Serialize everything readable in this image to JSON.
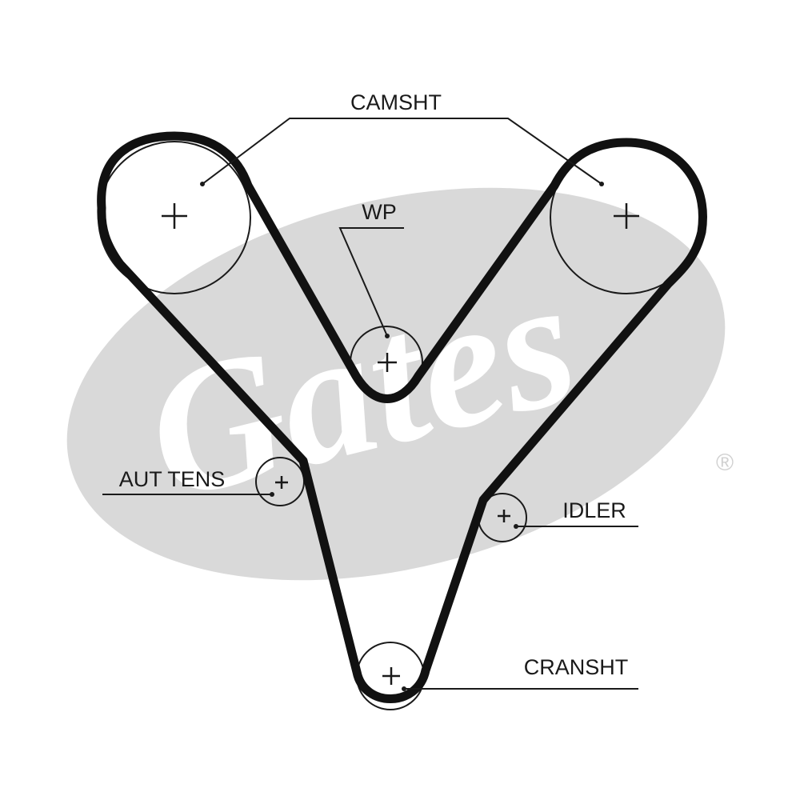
{
  "watermark": {
    "brand": "Gates",
    "registered_mark": "®",
    "color": "#d9d9d9"
  },
  "belt_color": "#111111",
  "labels": {
    "camshaft": "CAMSHT",
    "water_pump": "WP",
    "auto_tensioner": "AUT TENS",
    "idler": "IDLER",
    "crankshaft": "CRANSHT"
  }
}
